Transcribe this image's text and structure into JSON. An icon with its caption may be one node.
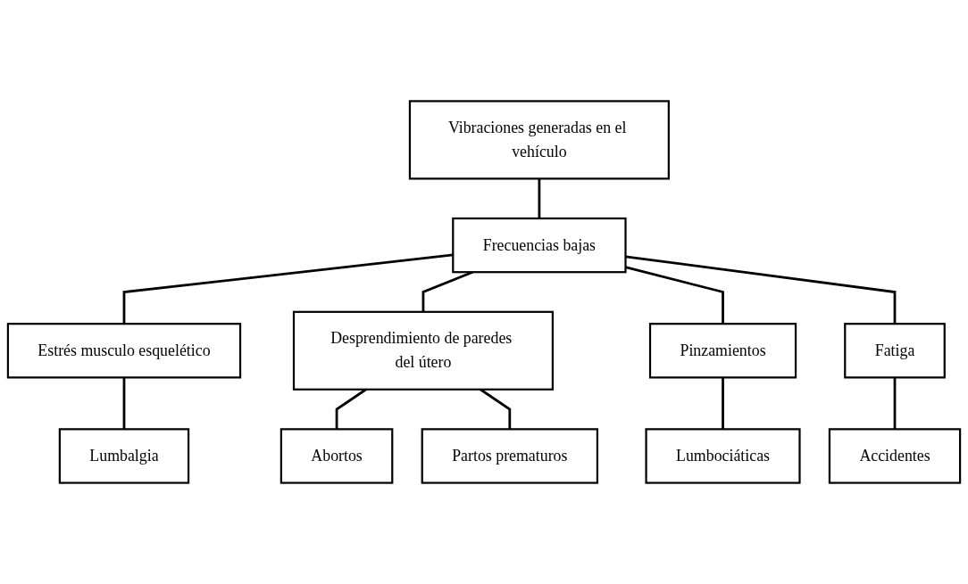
{
  "diagram": {
    "nodes": [
      {
        "text": [
          "Vibraciones generadas en el vehículo"
        ]
      },
      {
        "text": [
          "Frecuencias bajas"
        ]
      },
      {
        "text": [
          "Estrés musculo esquelético"
        ]
      },
      {
        "text": [
          "Lumbalgia"
        ]
      },
      {
        "text": [
          "Pinzamientos"
        ]
      },
      {
        "text": [
          "Lumbociáticas"
        ]
      },
      {
        "text": [
          "Fatiga"
        ]
      },
      {
        "text": [
          "Accidentes"
        ]
      },
      {
        "text": [
          "Desprendimiento de paredes del útero"
        ]
      },
      {
        "text": [
          "Abortos"
        ]
      },
      {
        "text": [
          "Partos prematuros"
        ]
      }
    ],
    "edges": [
      {
        "from": 0,
        "to": 1,
        "arrow": "none"
      },
      {
        "from": 1,
        "to": 2,
        "arrow": "none"
      },
      {
        "from": 1,
        "to": 8,
        "arrow": "none"
      },
      {
        "from": 1,
        "to": 4,
        "arrow": "none"
      },
      {
        "from": 1,
        "to": 6,
        "arrow": "none"
      },
      {
        "from": 2,
        "to": 3,
        "arrow": "none"
      },
      {
        "from": 4,
        "to": 5,
        "arrow": "none"
      },
      {
        "from": 6,
        "to": 7,
        "arrow": "none"
      },
      {
        "from": 8,
        "to": 9,
        "arrow": "none"
      },
      {
        "from": 8,
        "to": 10,
        "arrow": "none"
      }
    ]
  }
}
